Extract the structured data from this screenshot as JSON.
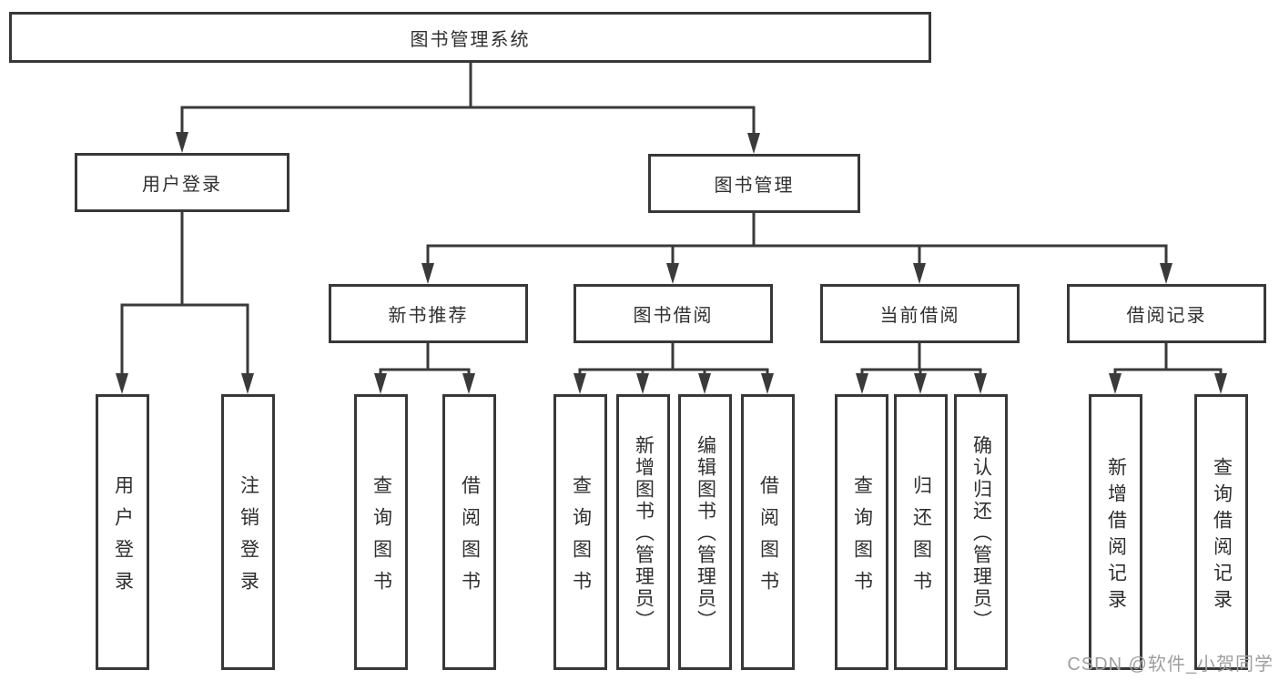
{
  "diagram": {
    "root": {
      "label": "图书管理系统"
    },
    "branches": [
      {
        "label": "用户登录",
        "children": [
          {
            "label": "用户登录"
          },
          {
            "label": "注销登录"
          }
        ]
      },
      {
        "label": "图书管理",
        "children": [
          {
            "label": "新书推荐",
            "children": [
              {
                "label": "查询图书"
              },
              {
                "label": "借阅图书"
              }
            ]
          },
          {
            "label": "图书借阅",
            "children": [
              {
                "label": "查询图书"
              },
              {
                "label": "新增图书（管理员）"
              },
              {
                "label": "编辑图书（管理员）"
              },
              {
                "label": "借阅图书"
              }
            ]
          },
          {
            "label": "当前借阅",
            "children": [
              {
                "label": "查询图书"
              },
              {
                "label": "归还图书"
              },
              {
                "label": "确认归还（管理员）"
              }
            ]
          },
          {
            "label": "借阅记录",
            "children": [
              {
                "label": "新增借阅记录"
              },
              {
                "label": "查询借阅记录"
              }
            ]
          }
        ]
      }
    ]
  },
  "watermark": {
    "text": "CSDN @软件_小贺同学"
  },
  "colors": {
    "line": "#3a3a3a",
    "box_border": "#383838",
    "text": "#2f2f2f",
    "watermark": "#9f9f9f",
    "background": "#ffffff"
  }
}
